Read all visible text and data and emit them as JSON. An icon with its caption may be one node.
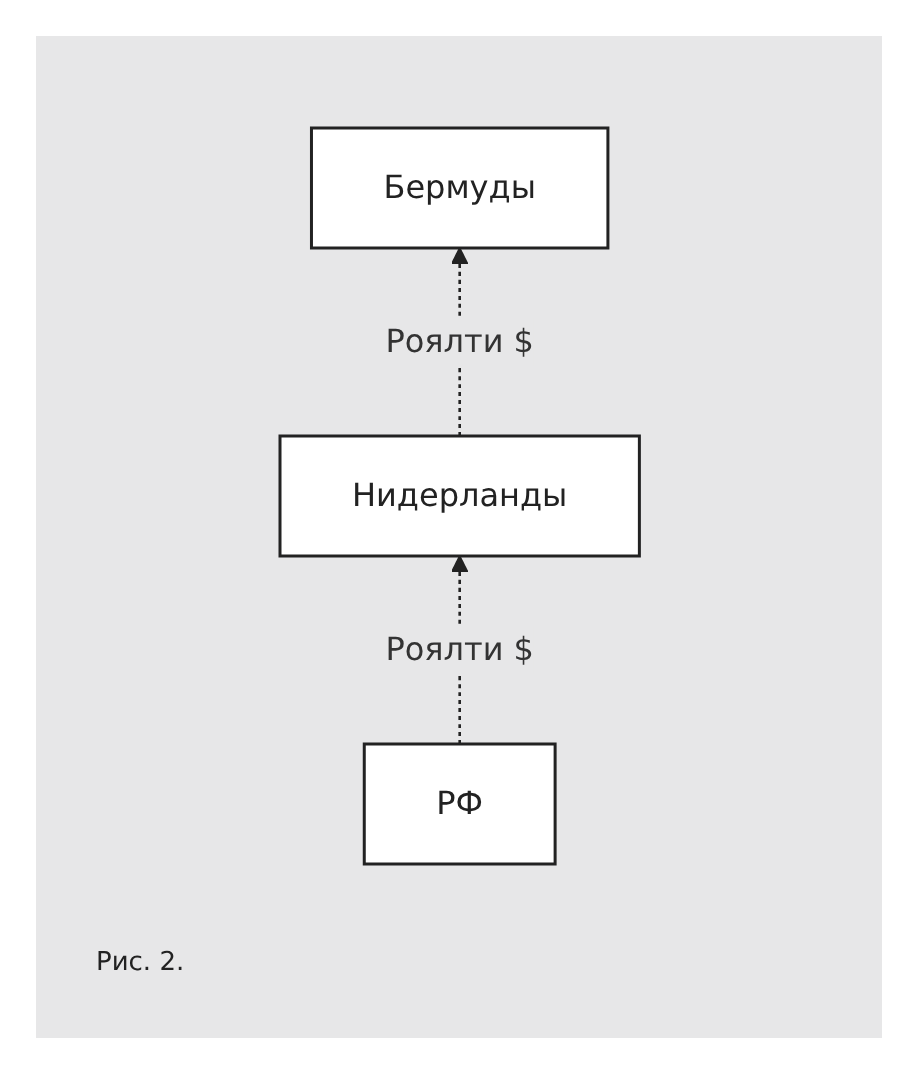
{
  "diagram": {
    "caption": "Рис. 2.",
    "nodes": [
      {
        "text": [
          "Бермуды"
        ]
      },
      {
        "text": [
          "Нидерланды"
        ]
      },
      {
        "text": [
          "РФ"
        ]
      }
    ],
    "edges": [
      {
        "from": 2,
        "to": 1,
        "arrow": "to",
        "label": "Роялти $",
        "style": "dashed"
      },
      {
        "from": 1,
        "to": 0,
        "arrow": "to",
        "label": "Роялти $",
        "style": "dashed"
      }
    ]
  }
}
